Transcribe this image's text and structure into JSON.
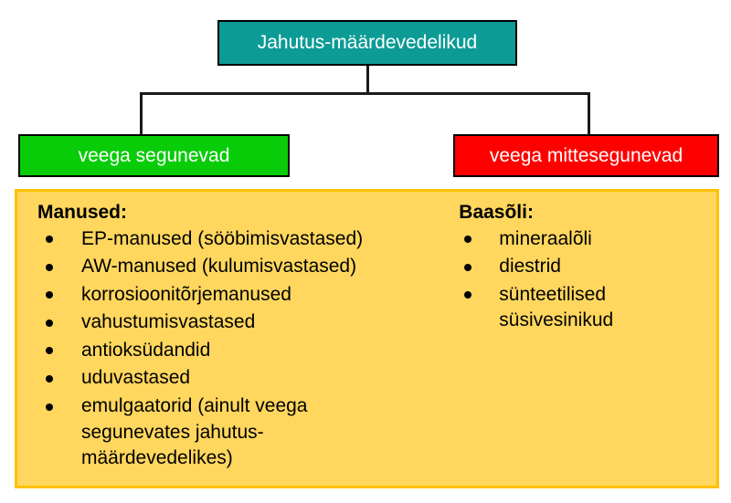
{
  "diagram": {
    "title": "Jahutus-määrdevedelikud",
    "root": {
      "label": "Jahutus-määrdevedelikud",
      "color": "#0D9B96",
      "text_color": "#FFFFFF"
    },
    "branches": [
      {
        "label": "veega segunevad",
        "color": "#09CC09",
        "text_color": "#FFFFFF"
      },
      {
        "label": "veega mittesegunevad",
        "color": "#FE0000",
        "text_color": "#FFFFFF"
      }
    ],
    "panel": {
      "background": "#FFD75E",
      "border_color": "#FFC000",
      "columns": [
        {
          "heading": "Manused:",
          "items": [
            "EP-manused (sööbimisvastased)",
            "AW-manused (kulumisvastased)",
            "korrosioonitõrjemanused",
            "vahustumisvastased",
            "antioksüdandid",
            "uduvastased",
            "emulgaatorid (ainult veega segunevates jahutus-määrdevedelikes)"
          ]
        },
        {
          "heading": "Baasõli:",
          "items": [
            "mineraalõli",
            "diestrid",
            "sünteetilised süsivesinikud"
          ]
        }
      ]
    }
  }
}
